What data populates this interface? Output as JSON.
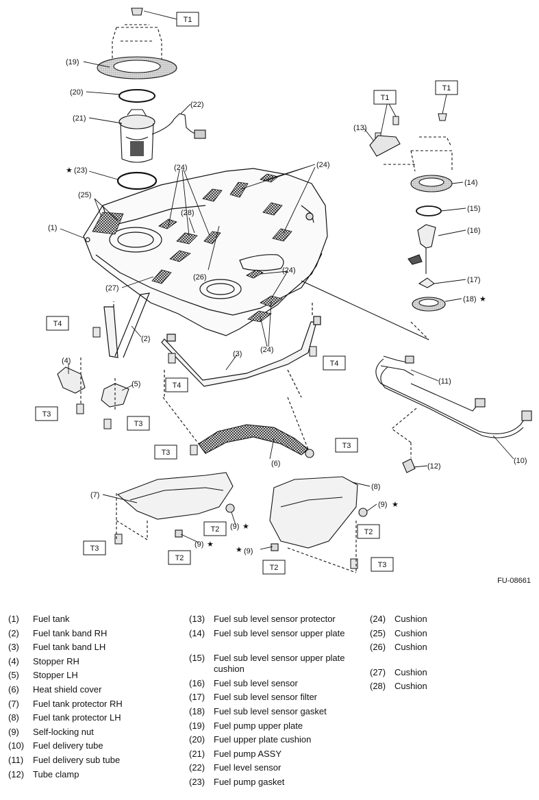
{
  "figure_id": "FU-08661",
  "torque_labels": {
    "t1": "T1",
    "t2": "T2",
    "t3": "T3",
    "t4": "T4"
  },
  "callouts": [
    "(1)",
    "(2)",
    "(3)",
    "(4)",
    "(5)",
    "(6)",
    "(7)",
    "(8)",
    "(9)",
    "(10)",
    "(11)",
    "(12)",
    "(13)",
    "(14)",
    "(15)",
    "(16)",
    "(17)",
    "(18)",
    "(19)",
    "(20)",
    "(21)",
    "(22)",
    "(23)",
    "(24)",
    "(25)",
    "(26)",
    "(27)",
    "(28)"
  ],
  "star": "★",
  "legend": [
    {
      "num": "(1)",
      "name": "Fuel tank"
    },
    {
      "num": "(2)",
      "name": "Fuel tank band RH"
    },
    {
      "num": "(3)",
      "name": "Fuel tank band LH"
    },
    {
      "num": "(4)",
      "name": "Stopper RH"
    },
    {
      "num": "(5)",
      "name": "Stopper LH"
    },
    {
      "num": "(6)",
      "name": "Heat shield cover"
    },
    {
      "num": "(7)",
      "name": "Fuel tank protector RH"
    },
    {
      "num": "(8)",
      "name": "Fuel tank protector LH"
    },
    {
      "num": "(9)",
      "name": "Self-locking nut"
    },
    {
      "num": "(10)",
      "name": "Fuel delivery tube"
    },
    {
      "num": "(11)",
      "name": "Fuel delivery sub tube"
    },
    {
      "num": "(12)",
      "name": "Tube clamp"
    },
    {
      "num": "(13)",
      "name": "Fuel sub level sensor protector"
    },
    {
      "num": "(14)",
      "name": "Fuel sub level sensor upper plate"
    },
    {
      "num": "(15)",
      "name": "Fuel sub level sensor upper plate cushion"
    },
    {
      "num": "(16)",
      "name": "Fuel sub level sensor"
    },
    {
      "num": "(17)",
      "name": "Fuel sub level sensor filter"
    },
    {
      "num": "(18)",
      "name": "Fuel sub level sensor gasket"
    },
    {
      "num": "(19)",
      "name": "Fuel pump upper plate"
    },
    {
      "num": "(20)",
      "name": "Fuel upper plate cushion"
    },
    {
      "num": "(21)",
      "name": "Fuel pump ASSY"
    },
    {
      "num": "(22)",
      "name": "Fuel level sensor"
    },
    {
      "num": "(23)",
      "name": "Fuel pump gasket"
    },
    {
      "num": "(24)",
      "name": "Cushion"
    },
    {
      "num": "(25)",
      "name": "Cushion"
    },
    {
      "num": "(26)",
      "name": "Cushion"
    },
    {
      "num": "(27)",
      "name": "Cushion"
    },
    {
      "num": "(28)",
      "name": "Cushion"
    }
  ]
}
